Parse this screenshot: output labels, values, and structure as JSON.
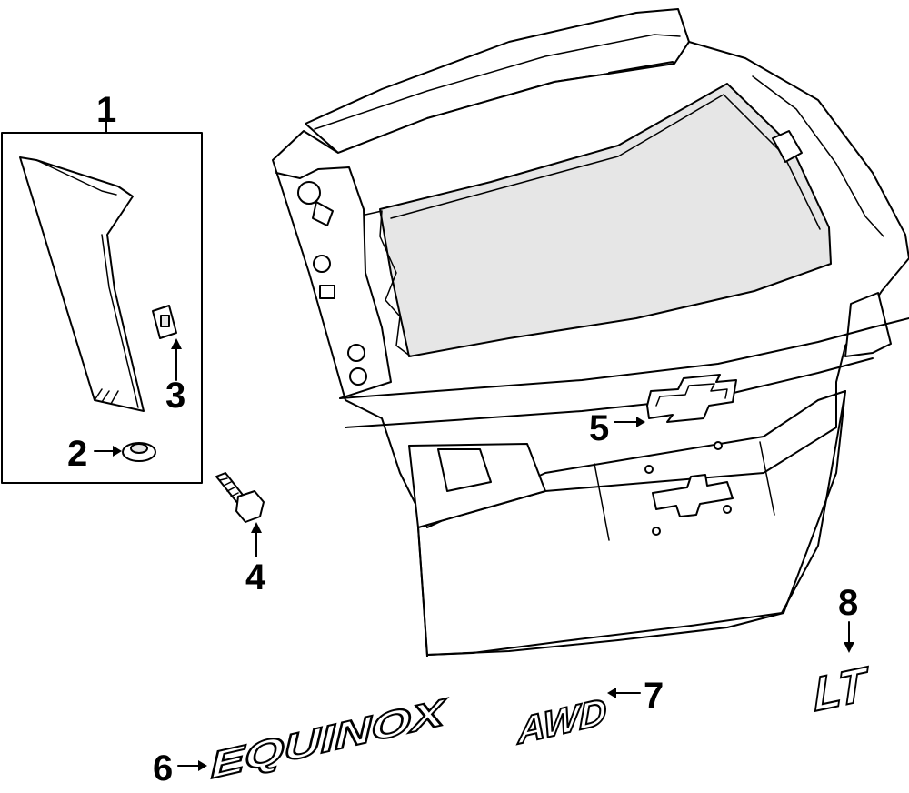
{
  "callouts": [
    {
      "id": "1",
      "label": "1"
    },
    {
      "id": "2",
      "label": "2"
    },
    {
      "id": "3",
      "label": "3"
    },
    {
      "id": "4",
      "label": "4"
    },
    {
      "id": "5",
      "label": "5"
    },
    {
      "id": "6",
      "label": "6"
    },
    {
      "id": "7",
      "label": "7"
    },
    {
      "id": "8",
      "label": "8"
    }
  ],
  "badges": {
    "model": "EQUINOX",
    "drive": "AWD",
    "trim": "LT"
  }
}
